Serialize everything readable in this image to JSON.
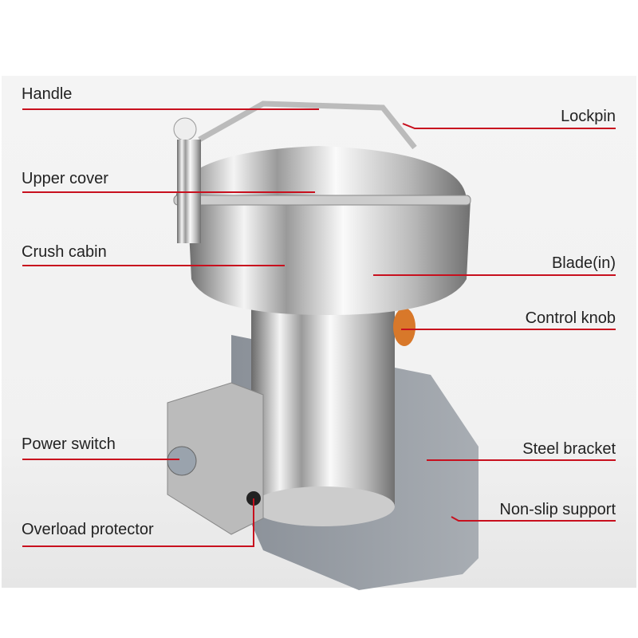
{
  "title": "Grinder parts diagram",
  "labels_left": [
    "Handle",
    "Upper cover",
    "Crush cabin",
    "Power switch",
    "Overload protector"
  ],
  "labels_right": [
    "Lockpin",
    "Blade(in)",
    "Control knob",
    "Steel bracket",
    "Non-slip support"
  ],
  "colors": {
    "leader_line": "#c8101e",
    "background": "#f3f3f3",
    "knob": "#d8782a"
  }
}
